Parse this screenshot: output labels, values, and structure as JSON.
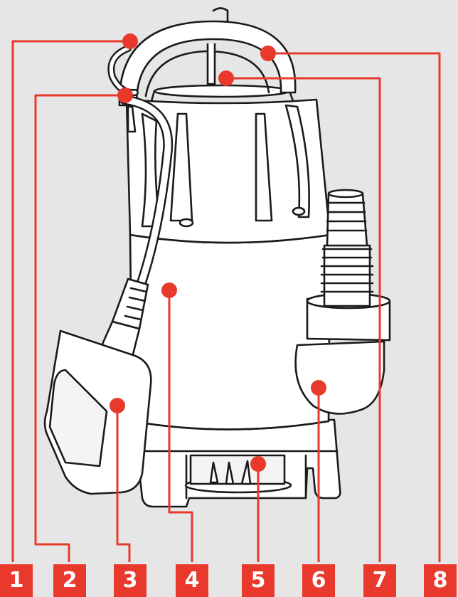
{
  "diagram": {
    "subject": "submersible-pump",
    "accent_color": "#e8392c",
    "outline_color": "#1a1a1a",
    "fill_color": "#ffffff",
    "background_color": "#e6e6e6",
    "callouts": [
      {
        "label": "1"
      },
      {
        "label": "2"
      },
      {
        "label": "3"
      },
      {
        "label": "4"
      },
      {
        "label": "5"
      },
      {
        "label": "6"
      },
      {
        "label": "7"
      },
      {
        "label": "8"
      }
    ]
  }
}
